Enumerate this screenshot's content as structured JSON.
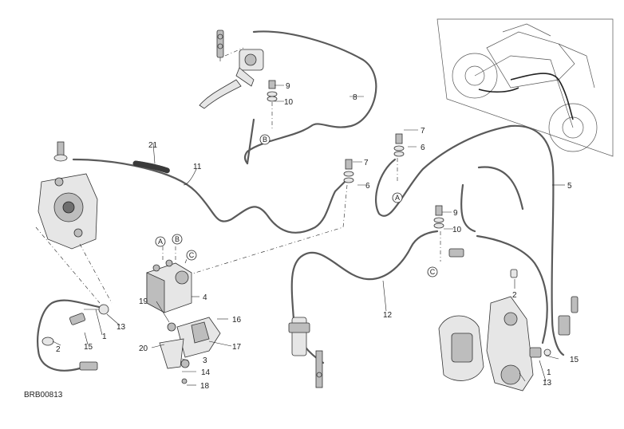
{
  "diagram": {
    "code": "BRB00813",
    "callouts": [
      "1",
      "2",
      "3",
      "4",
      "5",
      "6",
      "7",
      "8",
      "9",
      "10",
      "11",
      "12",
      "13",
      "14",
      "15",
      "16",
      "17",
      "18",
      "19",
      "20",
      "21"
    ],
    "markers": [
      "A",
      "B",
      "C"
    ]
  }
}
